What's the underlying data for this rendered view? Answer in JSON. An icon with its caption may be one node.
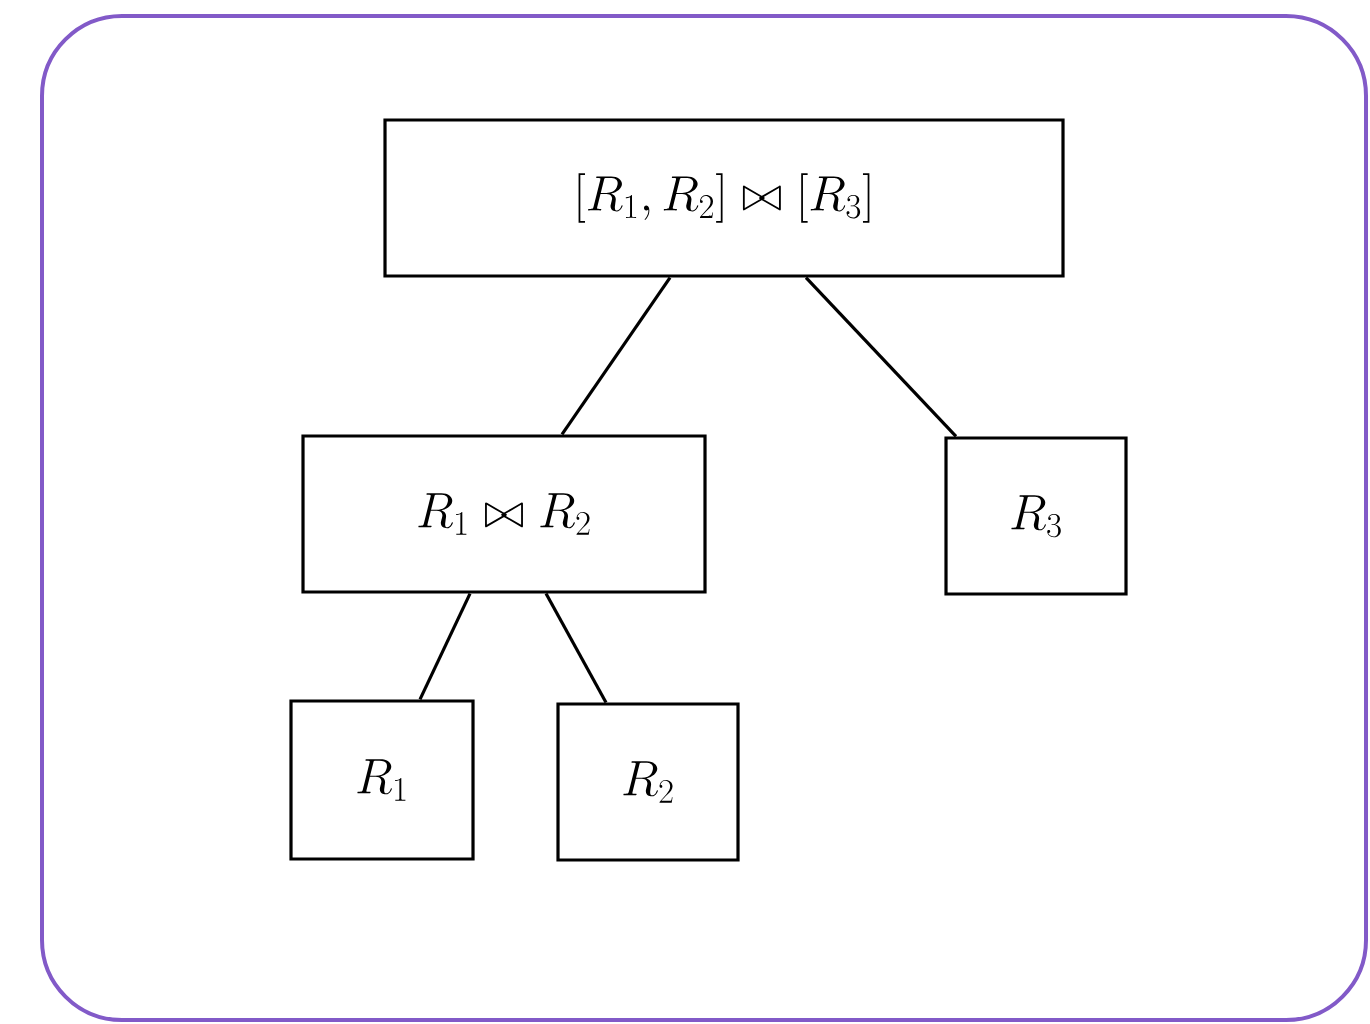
{
  "diagram": {
    "nodes": [
      {
        "text": [
          "[R_1, R_2] \\bowtie [R_3]"
        ]
      },
      {
        "text": [
          "R_1 \\bowtie R_2"
        ]
      },
      {
        "text": [
          "R_3"
        ]
      },
      {
        "text": [
          "R_1"
        ]
      },
      {
        "text": [
          "R_2"
        ]
      }
    ],
    "edges": [
      {
        "from": 0,
        "to": 1,
        "arrow": "none"
      },
      {
        "from": 0,
        "to": 2,
        "arrow": "none"
      },
      {
        "from": 1,
        "to": 3,
        "arrow": "none"
      },
      {
        "from": 1,
        "to": 4,
        "arrow": "none"
      }
    ]
  }
}
